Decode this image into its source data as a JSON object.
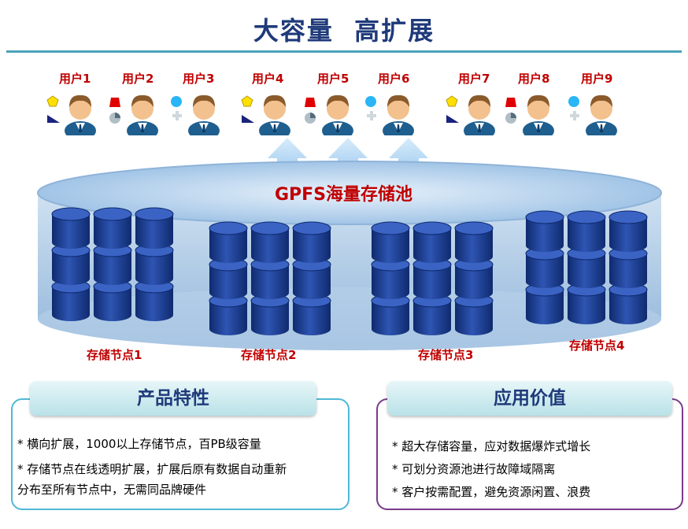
{
  "title": "大容量  高扩展",
  "users": [
    "用户1",
    "用户2",
    "用户3",
    "用户4",
    "用户5",
    "用户6",
    "用户7",
    "用户8",
    "用户9"
  ],
  "pool_label": "GPFS海量存储池",
  "storage_nodes": [
    "存储节点1",
    "存储节点2",
    "存储节点3",
    "存储节点4"
  ],
  "features": {
    "heading": "产品特性",
    "lines": [
      "*  横向扩展，1000以上存储节点，百PB级容量",
      "*  存储节点在线透明扩展，扩展后原有数据自动重新",
      "   分布至所有节点中，无需同品牌硬件"
    ]
  },
  "value": {
    "heading": "应用价值",
    "lines": [
      "*  超大存储容量，应对数据爆炸式增长",
      "* 可划分资源池进行故障域隔离",
      "*  客户按需配置，避免资源闲置、浪费"
    ]
  },
  "colors": {
    "title": "#1f3a7a",
    "label_red": "#c00000",
    "cylinder": "#1a3a8c",
    "pool": "#a9c9e8"
  }
}
